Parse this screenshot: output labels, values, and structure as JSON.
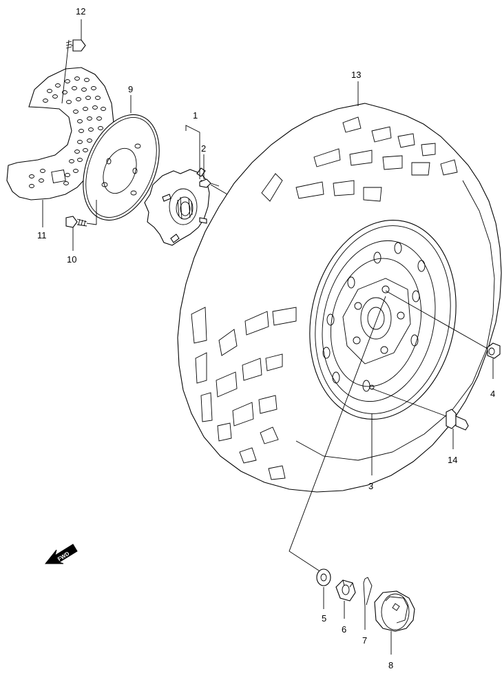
{
  "callouts": {
    "c1": "1",
    "c2": "2",
    "c3": "3",
    "c4": "4",
    "c5": "5",
    "c6": "6",
    "c7": "7",
    "c8": "8",
    "c9": "9",
    "c10": "10",
    "c11": "11",
    "c12": "12",
    "c13": "13",
    "c14": "14"
  },
  "direction_badge": "FWD"
}
